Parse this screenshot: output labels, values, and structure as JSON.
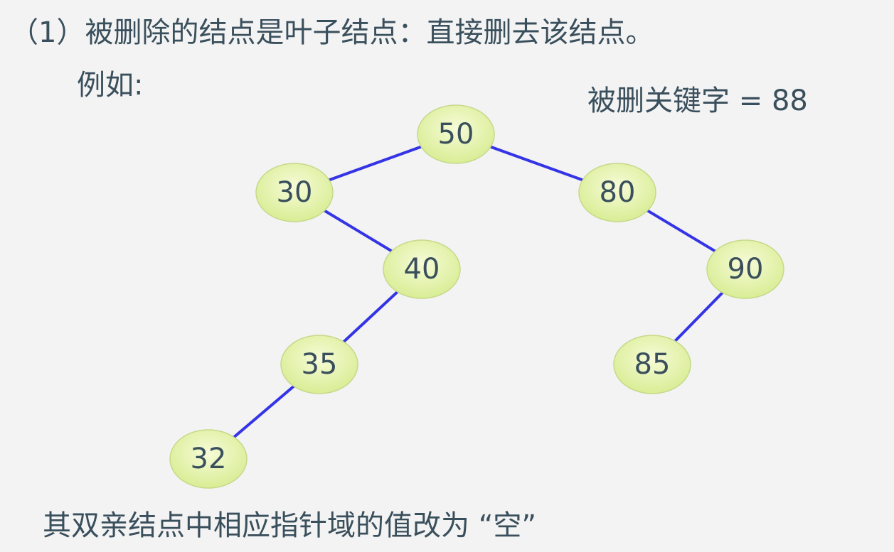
{
  "heading": "（1）被删除的结点是叶子结点：直接删去该结点。",
  "example_label": "例如:",
  "deleted_key_label": "被删关键字 = 88",
  "footer": "其双亲结点中相应指针域的值改为 “空”",
  "colors": {
    "edge": "#3434e6",
    "node_fill_light": "#f7fbd8",
    "node_fill_dark": "#d6ec8f",
    "text": "#3a4f5c"
  },
  "tree": {
    "nodes": [
      {
        "id": "50",
        "label": "50"
      },
      {
        "id": "30",
        "label": "30"
      },
      {
        "id": "80",
        "label": "80"
      },
      {
        "id": "40",
        "label": "40"
      },
      {
        "id": "90",
        "label": "90"
      },
      {
        "id": "35",
        "label": "35"
      },
      {
        "id": "85",
        "label": "85"
      },
      {
        "id": "32",
        "label": "32"
      }
    ],
    "edges": [
      {
        "from": "50",
        "to": "30"
      },
      {
        "from": "50",
        "to": "80"
      },
      {
        "from": "30",
        "to": "40"
      },
      {
        "from": "80",
        "to": "90"
      },
      {
        "from": "40",
        "to": "35"
      },
      {
        "from": "90",
        "to": "85"
      },
      {
        "from": "35",
        "to": "32"
      }
    ]
  }
}
